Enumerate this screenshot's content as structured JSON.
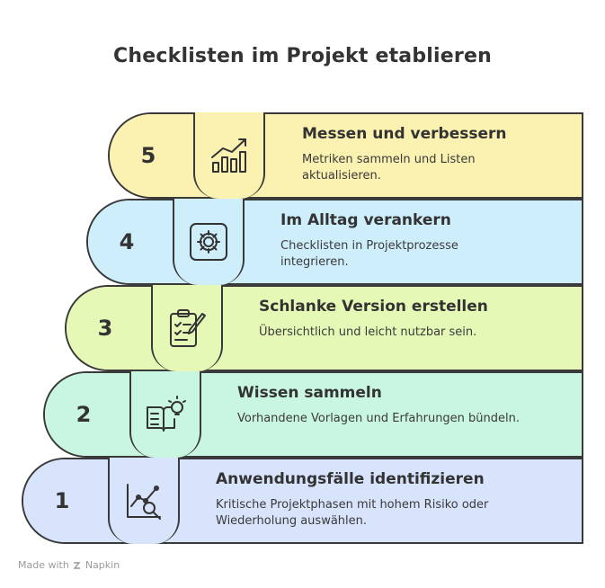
{
  "title": "Checklisten im Projekt etablieren",
  "colors": {
    "step5": "#fbf1b0",
    "step4": "#cfeefc",
    "step3": "#e6f8b6",
    "step2": "#c9f6e0",
    "step1": "#d8e4fb",
    "outline": "#3a3a3a"
  },
  "steps": [
    {
      "number": "5",
      "heading": "Messen und verbessern",
      "description": "Metriken sammeln und Listen aktualisieren.",
      "icon": "bar-chart-trend-icon"
    },
    {
      "number": "4",
      "heading": "Im Alltag verankern",
      "description": "Checklisten in Projektprozesse integrieren.",
      "icon": "gear-icon"
    },
    {
      "number": "3",
      "heading": "Schlanke Version erstellen",
      "description": "Übersichtlich und leicht nutzbar sein.",
      "icon": "clipboard-checklist-icon"
    },
    {
      "number": "2",
      "heading": "Wissen sammeln",
      "description": "Vorhandene Vorlagen und Erfahrungen bündeln.",
      "icon": "book-lightbulb-icon"
    },
    {
      "number": "1",
      "heading": "Anwendungsfälle identifizieren",
      "description": "Kritische Projektphasen mit hohem Risiko oder Wiederholung auswählen.",
      "icon": "chart-magnifier-icon"
    }
  ],
  "footer": {
    "made_with": "Made with",
    "brand": "Napkin"
  }
}
